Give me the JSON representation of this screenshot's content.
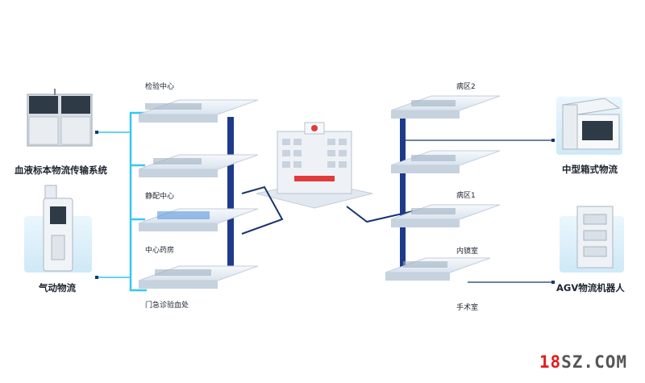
{
  "left_devices": {
    "blood": "血液标本物流传输系统",
    "pneumatic": "气动物流"
  },
  "left_floors": [
    "检验中心",
    "静配中心",
    "中心药房",
    "门急诊验血处"
  ],
  "right_floors": [
    "病区2",
    "病区1",
    "内镜室",
    "手术室"
  ],
  "right_devices": {
    "box": "中型箱式物流",
    "agv": "AGV物流机器人"
  },
  "watermark": {
    "prefix": "18",
    "accent": "SZ",
    "suffix": ".COM"
  },
  "colors": {
    "line_cyan": "#37c7ef",
    "line_navy": "#19356f",
    "shaft_blue": "#1e3a8a"
  }
}
